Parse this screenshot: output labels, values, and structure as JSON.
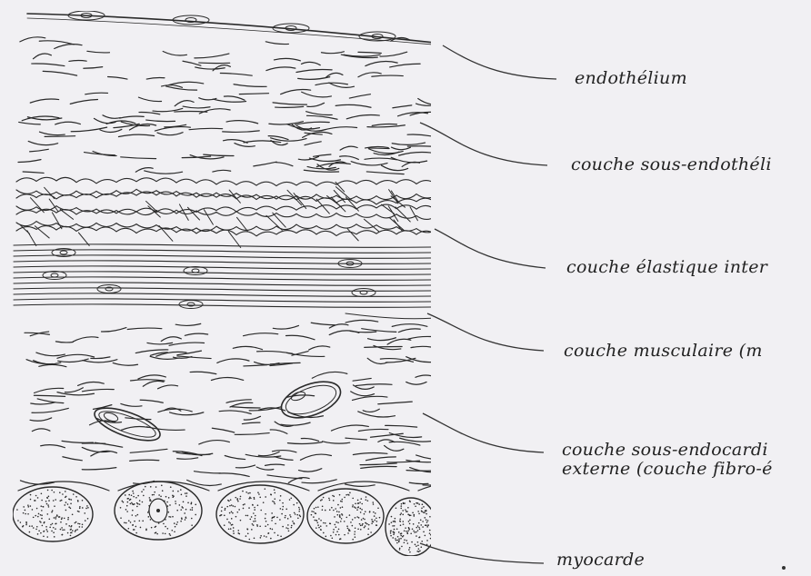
{
  "labels": {
    "endothelium": "endothélium",
    "sous_endothelial": "couche sous-endothéli",
    "elastique": "couche élastique inter",
    "musculaire": "couche musculaire (m",
    "sous_endocardique_line1": "couche sous-endocardi",
    "sous_endocardique_line2": "externe (couche fibro-é",
    "myocarde": "myocarde"
  },
  "colors": {
    "ink": "#2a2a2a",
    "paper": "#f1f0f3"
  }
}
